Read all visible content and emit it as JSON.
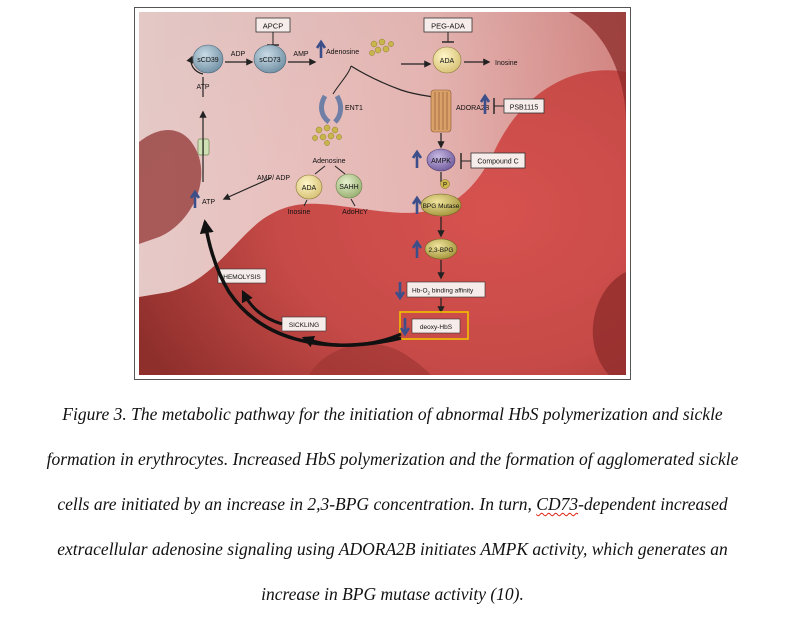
{
  "figure": {
    "molecules": {
      "apcp": "APCP",
      "peg_ada": "PEG-ADA",
      "scd39": "sCD39",
      "scd73": "sCD73",
      "adp": "ADP",
      "amp": "AMP",
      "adenosine_top": "Adenosine",
      "ada_top": "ADA",
      "inosine_top": "Inosine",
      "atp_top": "ATP",
      "ent1": "ENT1",
      "adora2b": "ADORA2B",
      "psb1115": "PSB1115",
      "adenosine_inner": "Adenosine",
      "ada_inner": "ADA",
      "sahh": "SAHH",
      "inosine_inner": "Inosine",
      "adohcy": "AdoHcY",
      "amp_adp": "AMP/ ADP",
      "atp_left": "ATP",
      "ampk": "AMPK",
      "compound_c": "Compound C",
      "p_label": "P",
      "bpg_mutase": "BPG Mutase",
      "bpg23": "2,3-BPG",
      "hb_o2": "Hb-O",
      "hb_o2_sub": "2",
      "hb_o2_rest": " binding affinity",
      "deoxy_hbs": "deoxy-HbS",
      "hemolysis": "HEMOLYSIS",
      "sickling": "SICKLING"
    }
  },
  "caption": {
    "line1": "Figure 3. The metabolic pathway for the initiation of abnormal HbS polymerization and sickle",
    "line2": "formation in erythrocytes. Increased HbS polymerization and the formation of agglomerated sickle",
    "line3_before": "cells are initiated by an increase in 2,3-BPG concentration. In turn, ",
    "line3_flagged": "CD73",
    "line3_after": "-dependent increased",
    "line4": "extracellular adenosine signaling using ADORA2B initiates AMPK activity, which generates an",
    "line5": "increase in BPG mutase activity (10)."
  }
}
